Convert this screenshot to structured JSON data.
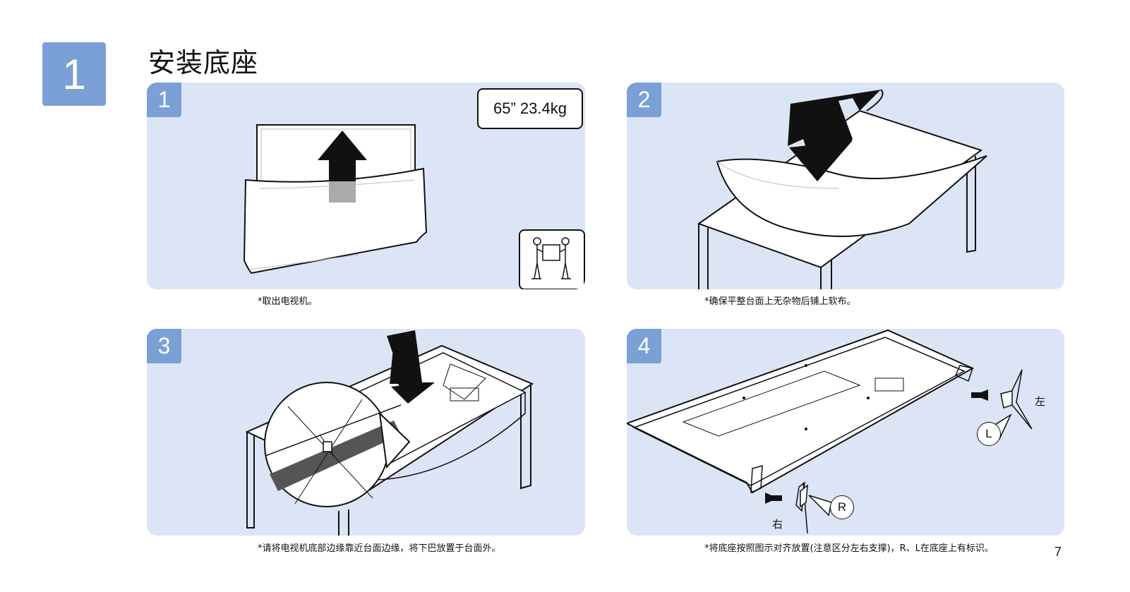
{
  "header": {
    "step_number": "1",
    "title": "安装底座"
  },
  "panels": [
    {
      "badge": "1",
      "weight_label": "65” 23.4kg",
      "people_icon": "two-person-lift-icon",
      "caption": "*取出电视机。"
    },
    {
      "badge": "2",
      "caption": "*确保平整台面上无杂物后铺上软布。"
    },
    {
      "badge": "3",
      "caption": "*请将电视机底部边缘靠近台面边缘，将下巴放置于台面外。"
    },
    {
      "badge": "4",
      "left_label": "左",
      "right_label": "右",
      "left_mark": "L",
      "right_mark": "R",
      "caption": "*将底座按照图示对齐放置(注意区分左右支撑)，R、L在底座上有标识。"
    }
  ],
  "footer": {
    "page_number": "7"
  },
  "colors": {
    "accent": "#7aa0d6",
    "panel_bg": "#dbe5f5"
  }
}
